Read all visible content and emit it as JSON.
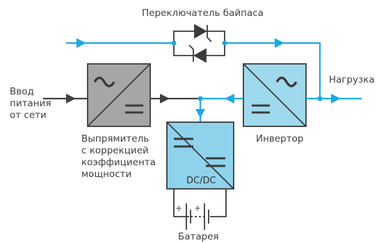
{
  "labels": {
    "bypass": "Переключатель байпаса",
    "input": [
      "Ввод",
      "питания",
      "от сети"
    ],
    "load": "Нагрузка",
    "rectifier": [
      "Выпрямитель",
      "с коррекцией",
      "коэффициента",
      "мощности"
    ],
    "inverter": "Инвертор",
    "dcdc": "DC/DC",
    "battery": "Батарея",
    "plus": "+"
  },
  "colors": {
    "blue_line": "#1aa9e6",
    "dark_line": "#404040",
    "rectifier_fill": "#a6a6a6",
    "inverter_fill": "#9fd9ee",
    "dcdc_fill": "#8fd2ec",
    "box_stroke": "#3a3a3a"
  }
}
